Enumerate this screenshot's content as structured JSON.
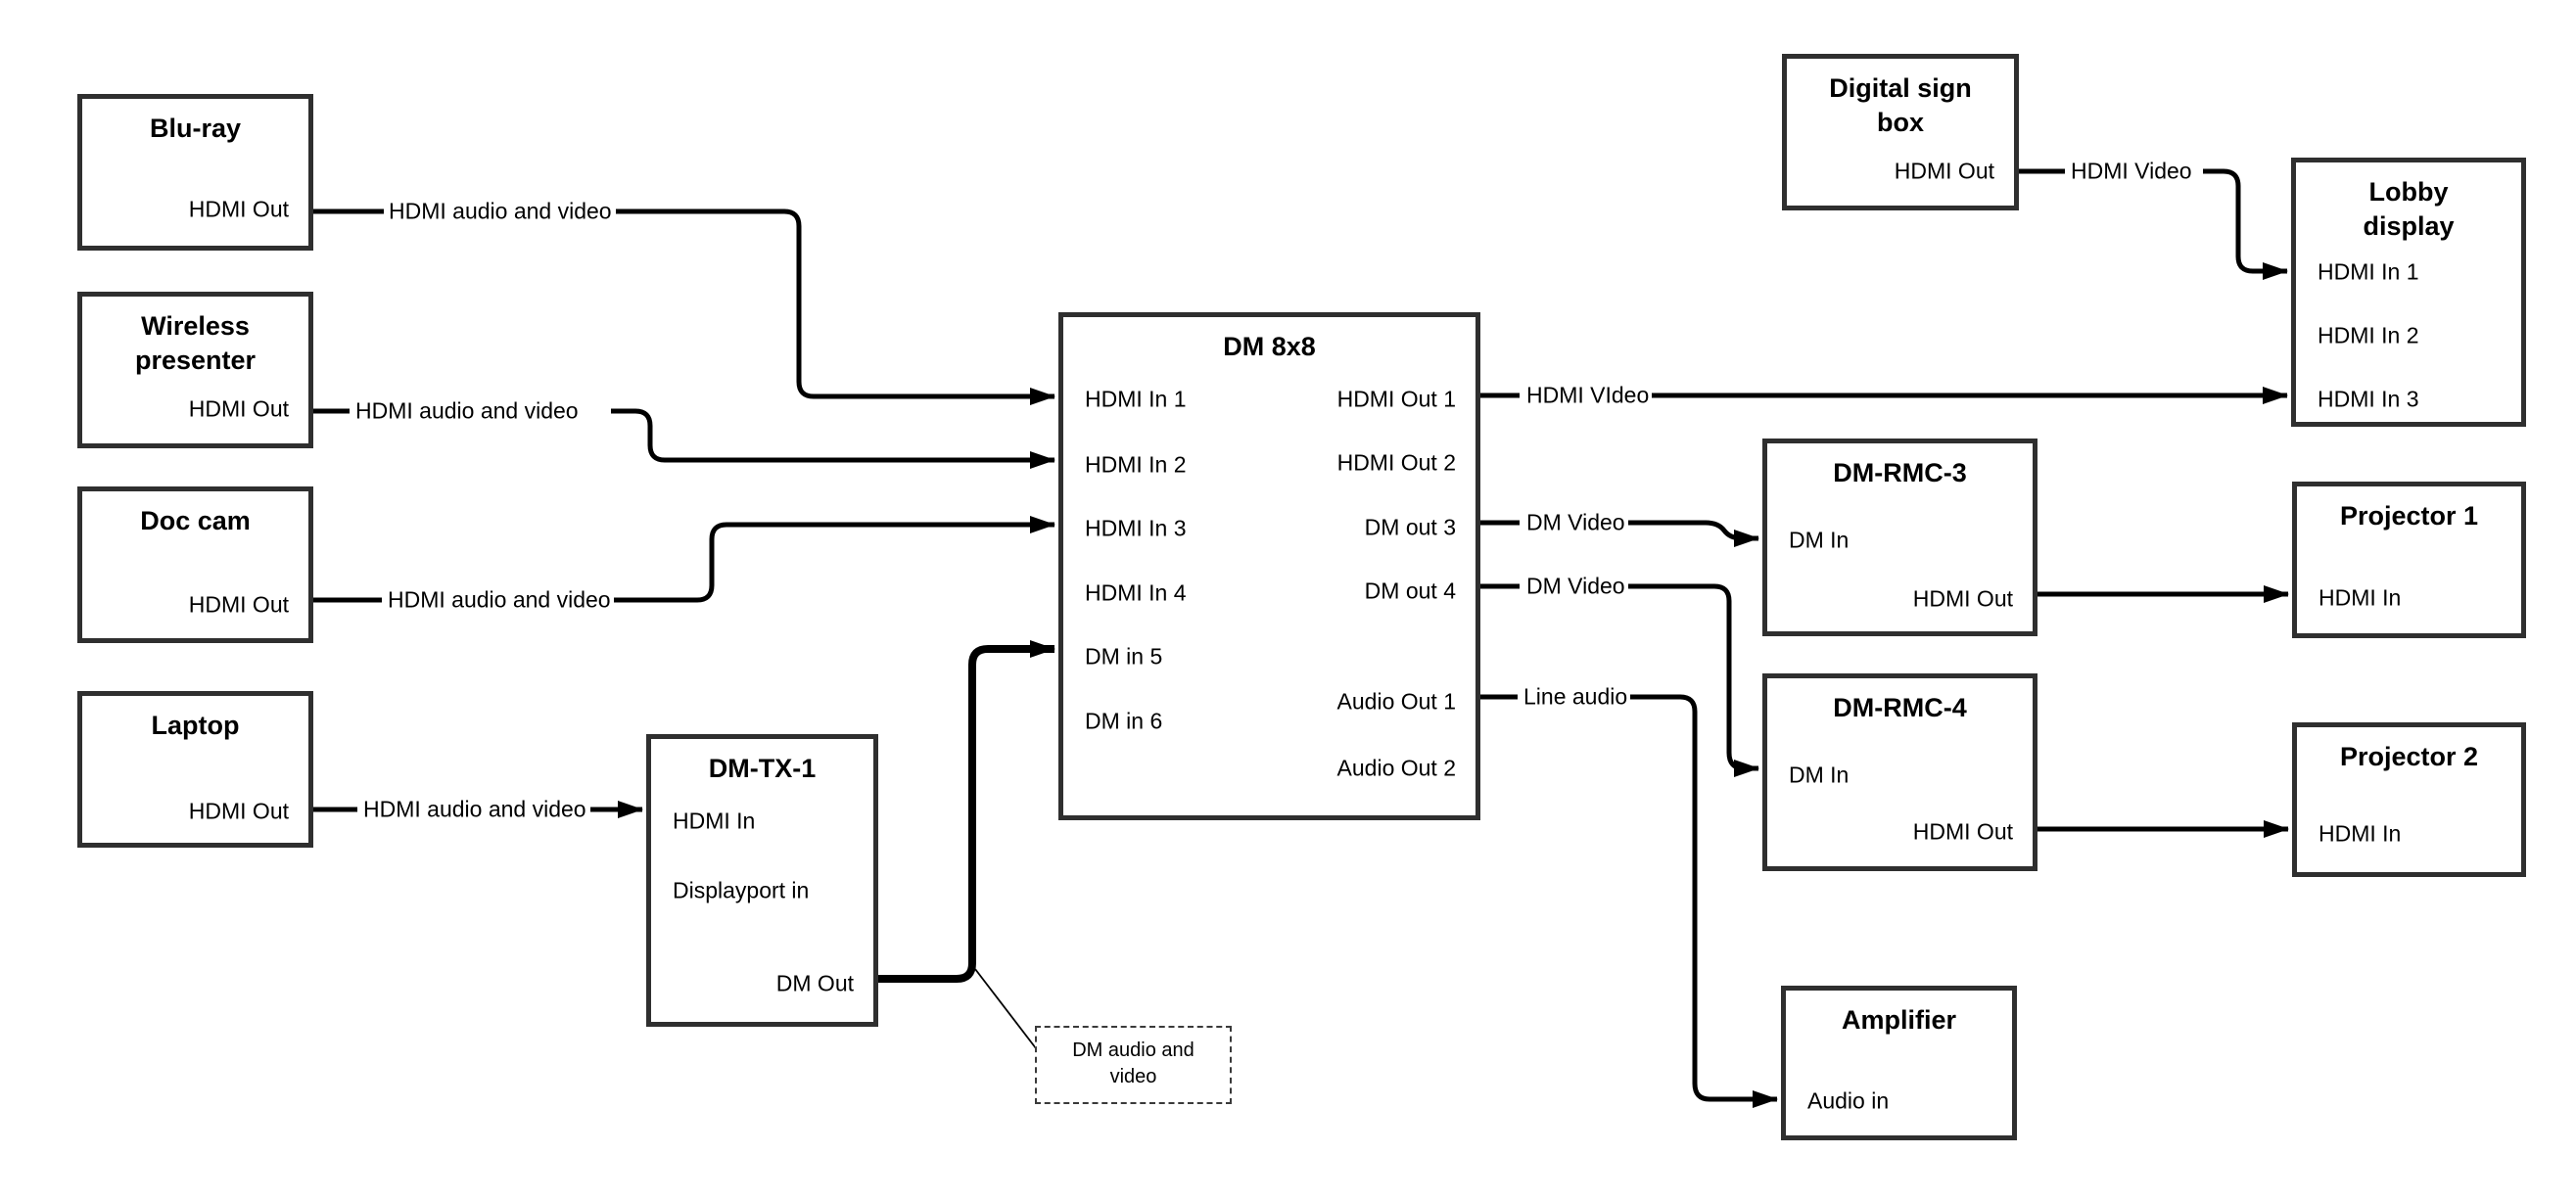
{
  "diagram": {
    "nodes": {
      "bluray": {
        "title": "Blu-ray",
        "ports": {
          "hdmi_out": "HDMI Out"
        }
      },
      "wireless": {
        "title": "Wireless\npresenter",
        "ports": {
          "hdmi_out": "HDMI Out"
        }
      },
      "doccam": {
        "title": "Doc cam",
        "ports": {
          "hdmi_out": "HDMI Out"
        }
      },
      "laptop": {
        "title": "Laptop",
        "ports": {
          "hdmi_out": "HDMI Out"
        }
      },
      "dmtx1": {
        "title": "DM-TX-1",
        "ports": {
          "hdmi_in": "HDMI In",
          "displayport_in": "Displayport in",
          "dm_out": "DM Out"
        }
      },
      "dm8x8": {
        "title": "DM 8x8",
        "ports_left": [
          "HDMI In 1",
          "HDMI In 2",
          "HDMI In 3",
          "HDMI In 4",
          "DM in 5",
          "DM in 6"
        ],
        "ports_right": [
          "HDMI Out 1",
          "HDMI Out 2",
          "DM out 3",
          "DM out 4",
          "Audio Out 1",
          "Audio Out 2"
        ]
      },
      "digitalsign": {
        "title": "Digital sign\nbox",
        "ports": {
          "hdmi_out": "HDMI Out"
        }
      },
      "lobby": {
        "title": "Lobby\ndisplay",
        "ports_left": [
          "HDMI In 1",
          "HDMI In 2",
          "HDMI In 3"
        ]
      },
      "dmrmc3": {
        "title": "DM-RMC-3",
        "ports": {
          "dm_in": "DM In",
          "hdmi_out": "HDMI Out"
        }
      },
      "proj1": {
        "title": "Projector 1",
        "ports": {
          "hdmi_in": "HDMI In"
        }
      },
      "dmrmc4": {
        "title": "DM-RMC-4",
        "ports": {
          "dm_in": "DM In",
          "hdmi_out": "HDMI Out"
        }
      },
      "proj2": {
        "title": "Projector 2",
        "ports": {
          "hdmi_in": "HDMI In"
        }
      },
      "amplifier": {
        "title": "Amplifier",
        "ports": {
          "audio_in": "Audio in"
        }
      }
    },
    "connection_labels": {
      "bluray_line": "HDMI audio and video",
      "wireless_line": "HDMI audio and video",
      "doccam_line": "HDMI audio and video",
      "laptop_line": "HDMI audio and video",
      "digitalsign_line": "HDMI Video",
      "hdmi_out1_line": "HDMI VIdeo",
      "dm_out3_line": "DM Video",
      "dm_out4_line": "DM Video",
      "audio_out1_line": "Line audio"
    },
    "annotation": {
      "text": "DM audio and\nvideo"
    },
    "colors": {
      "line": "#000000",
      "box_border": "#2f2f2f",
      "text": "#000000",
      "background": "#ffffff"
    }
  }
}
